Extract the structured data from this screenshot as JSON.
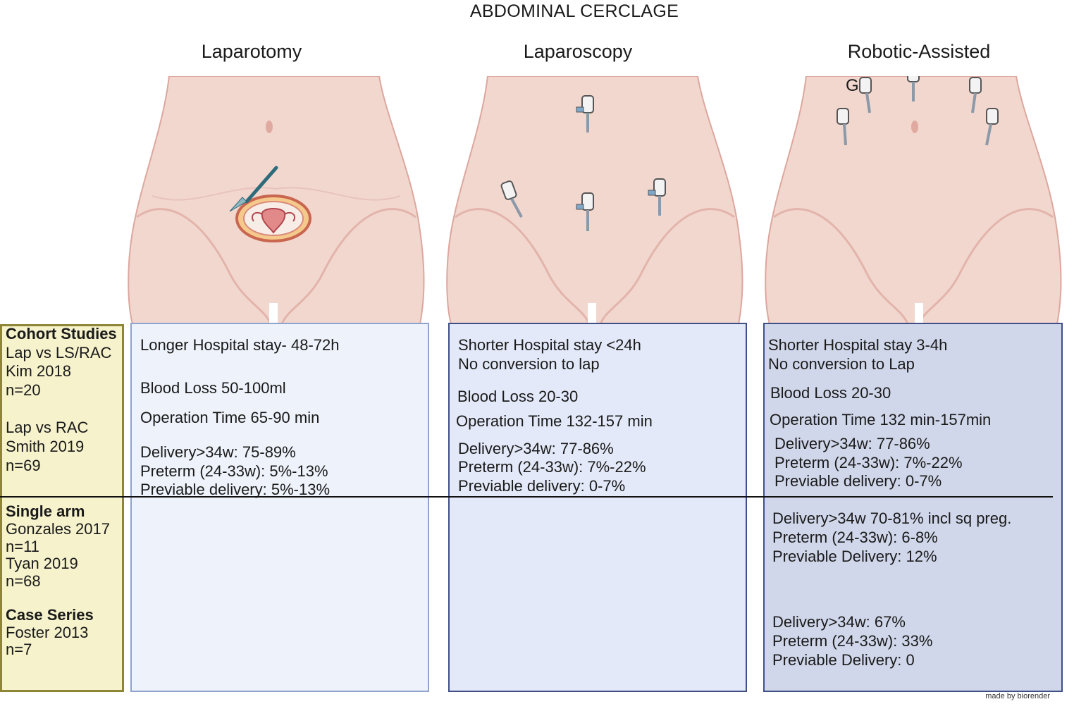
{
  "title": "ABDOMINAL CERCLAGE",
  "columns": {
    "laparotomy": "Laparotomy",
    "laparoscopy": "Laparoscopy",
    "robotic": "Robotic-Assisted"
  },
  "robotic_marker": "G",
  "studies": {
    "cohort_heading": "Cohort Studies",
    "cohort_1": "Lap vs LS/RAC",
    "cohort_2": "Kim 2018",
    "cohort_3": "n=20",
    "cohort_4": "Lap vs RAC",
    "cohort_5": "Smith 2019",
    "cohort_6": "n=69",
    "single_heading": "Single arm",
    "single_1": "Gonzales 2017",
    "single_2": "n=11",
    "single_3": "Tyan 2019",
    "single_4": "n=68",
    "case_heading": "Case Series",
    "case_1": "Foster 2013",
    "case_2": "n=7"
  },
  "laparotomy": {
    "stay": "Longer Hospital stay- 48-72h",
    "blood": "Blood Loss 50-100ml",
    "time": "Operation Time 65-90 min",
    "delivery": "Delivery>34w: 75-89%",
    "preterm": "Preterm (24-33w): 5%-13%",
    "previable": "Previable delivery: 5%-13%"
  },
  "laparoscopy": {
    "stay": "Shorter Hospital stay  <24h",
    "conversion": "No conversion to lap",
    "blood": "Blood Loss 20-30",
    "time": "Operation Time 132-157 min",
    "delivery": "Delivery>34w: 77-86%",
    "preterm": "Preterm (24-33w): 7%-22%",
    "previable": "Previable delivery: 0-7%"
  },
  "robotic": {
    "stay": "Shorter Hospital stay 3-4h",
    "conversion": "No conversion to Lap",
    "blood": "Blood Loss 20-30",
    "time": "Operation Time 132 min-157min",
    "delivery": "Delivery>34w: 77-86%",
    "preterm": "Preterm (24-33w): 7%-22%",
    "previable": "Previable delivery: 0-7%",
    "single_delivery": "Delivery>34w 70-81% incl sq preg.",
    "single_preterm": "Preterm (24-33w): 6-8%",
    "single_previable": "Previable Delivery: 12%",
    "case_delivery": "Delivery>34w: 67%",
    "case_preterm": "Preterm (24-33w): 33%",
    "case_previable": "Previable Delivery: 0"
  },
  "credit": "made by biorender",
  "colors": {
    "skin": "#f2d7cf",
    "skin_shadow": "#d79c92",
    "left_box": "#f5f2cc",
    "lap_box": "#eef2fa",
    "ls_box": "#e3e9f8",
    "rac_box": "#d0d7ea",
    "border": "#3f4f86"
  }
}
